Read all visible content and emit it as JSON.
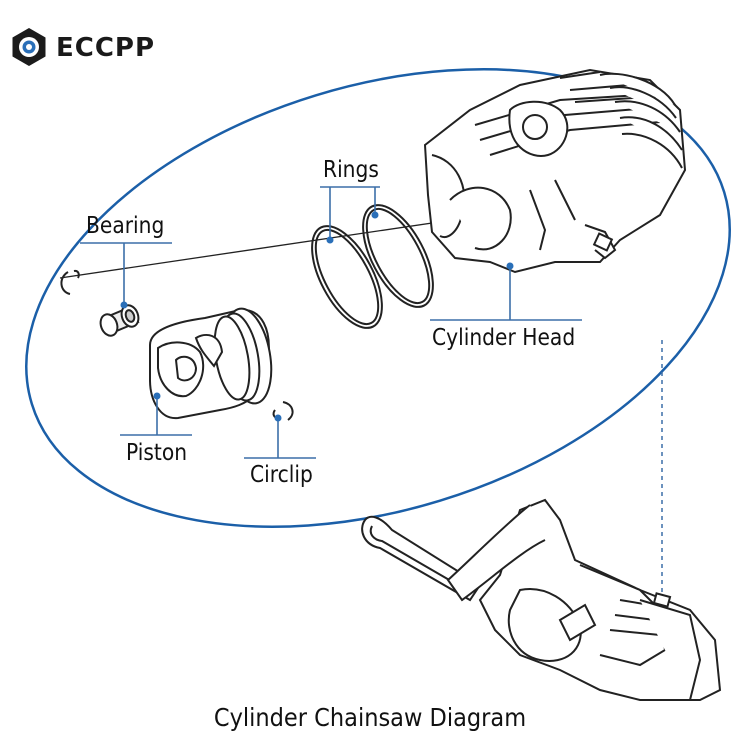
{
  "brand": {
    "name": "ECCPP",
    "logo_icon": "gear-hexagon-logo-icon"
  },
  "labels": {
    "bearing": "Bearing",
    "rings": "Rings",
    "cylinder_head": "Cylinder Head",
    "piston": "Piston",
    "circlip": "Circlip"
  },
  "caption": "Cylinder Chainsaw Diagram",
  "colors": {
    "ellipse": "#1b5fa8",
    "line": "#1b1b1b",
    "leader": "#3c6fa8",
    "dot": "#2a6fb8"
  }
}
